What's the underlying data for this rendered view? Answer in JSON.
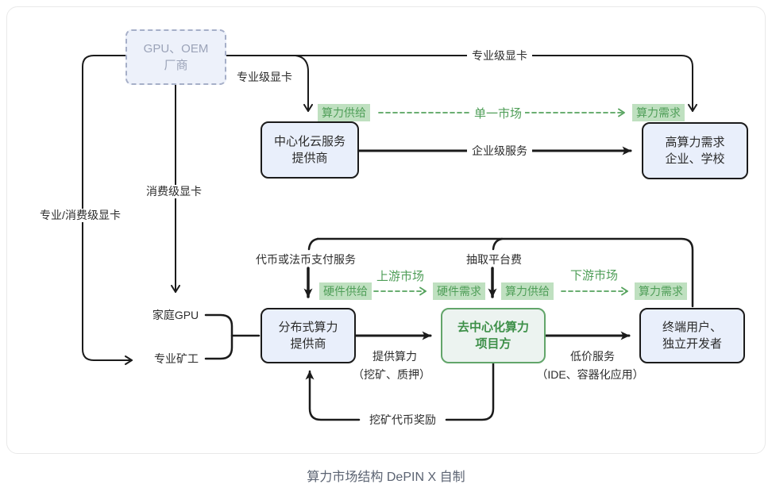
{
  "caption": "算力市场结构  DePIN X 自制",
  "colors": {
    "accent_green": "#4f9e58",
    "green_border": "#62a56a",
    "green_pill_bg": "#bfe0c0",
    "node_fill": "#e9effb",
    "node_border": "#1b1b1b",
    "dashed_node_border": "#a6afc8",
    "dashed_node_text": "#9ba3b8",
    "caption_text": "#5b6372",
    "line_black": "#1b1b1b"
  },
  "nodes": {
    "gpu_oem": {
      "line1": "GPU、OEM",
      "line2": "厂商"
    },
    "central_cloud": {
      "line1": "中心化云服务",
      "line2": "提供商"
    },
    "high_demand": {
      "line1": "高算力需求",
      "line2": "企业、学校"
    },
    "distributed_provider": {
      "line1": "分布式算力",
      "line2": "提供商"
    },
    "decentralized_project": {
      "line1": "去中心化算力",
      "line2": "项目方"
    },
    "end_users": {
      "line1": "终端用户、",
      "line2": "独立开发者"
    }
  },
  "edge_labels": {
    "pro_gpu_top": "专业级显卡",
    "pro_gpu_mid": "专业级显卡",
    "consumer_gpu": "消费级显卡",
    "pro_consumer_gpu": "专业/消费级显卡",
    "enterprise_service": "企业级服务",
    "token_fiat_payment": "代币或法币支付服务",
    "platform_fee": "抽取平台费",
    "provide_compute": "提供算力",
    "provide_compute_sub": "（挖矿、质押）",
    "cheap_service": "低价服务",
    "cheap_service_sub": "（IDE、容器化应用）",
    "mining_reward": "挖矿代币奖励",
    "home_gpu": "家庭GPU",
    "pro_miner": "专业矿工"
  },
  "market_labels": {
    "single_market": "单一市场",
    "upstream_market": "上游市场",
    "downstream_market": "下游市场",
    "supply_top": "算力供给",
    "demand_top": "算力需求",
    "hw_supply": "硬件供给",
    "hw_demand": "硬件需求",
    "compute_supply": "算力供给",
    "compute_demand": "算力需求"
  }
}
